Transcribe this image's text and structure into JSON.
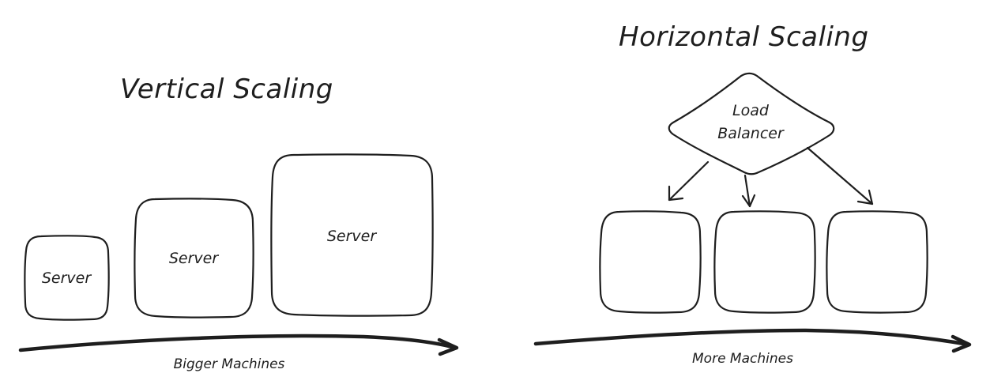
{
  "vertical": {
    "title": "Vertical Scaling",
    "servers": [
      {
        "label": "Server"
      },
      {
        "label": "Server"
      },
      {
        "label": "Server"
      }
    ],
    "caption": "Bigger Machines"
  },
  "horizontal": {
    "title": "Horizontal Scaling",
    "load_balancer": {
      "line1": "Load",
      "line2": "Balancer"
    },
    "caption": "More Machines"
  }
}
